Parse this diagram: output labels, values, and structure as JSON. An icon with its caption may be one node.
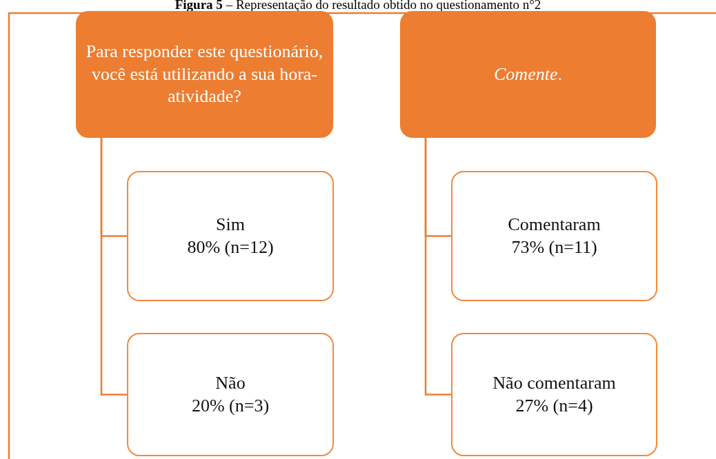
{
  "diagram": {
    "title": "**Figura 5** – Representação do resultado obtido no questionamento n°2",
    "nodes": [
      {
        "text": [
          "Para responder este questionário, você está utilizando a sua hora-atividade?"
        ]
      },
      {
        "text": [
          "*Comente*."
        ]
      },
      {
        "text": [
          "Sim",
          "80% (n=12)"
        ]
      },
      {
        "text": [
          "Não",
          "20% (n=3)"
        ]
      },
      {
        "text": [
          "Comentaram",
          "73% (n=11)"
        ]
      },
      {
        "text": [
          "Não comentaram",
          "27% (n=4)"
        ]
      }
    ],
    "edges": [
      {
        "from": 0,
        "to": 2,
        "arrow": "none"
      },
      {
        "from": 0,
        "to": 3,
        "arrow": "none"
      },
      {
        "from": 1,
        "to": 4,
        "arrow": "none"
      },
      {
        "from": 1,
        "to": 5,
        "arrow": "none"
      }
    ]
  }
}
